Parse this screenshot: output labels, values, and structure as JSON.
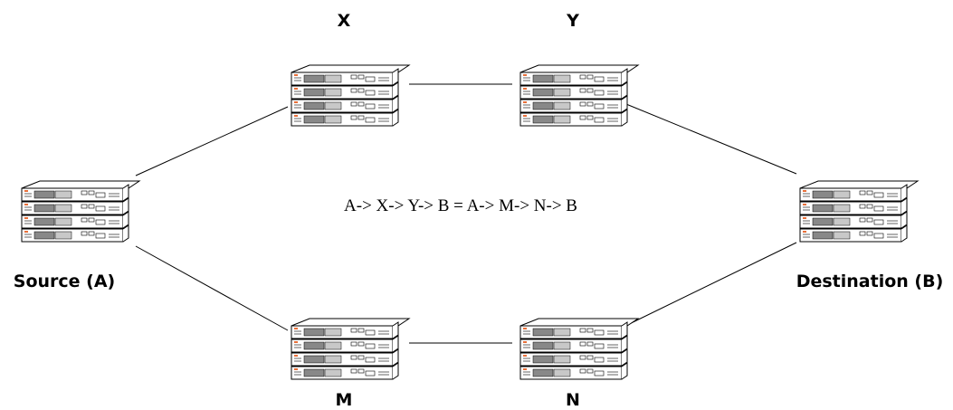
{
  "nodes": {
    "x": {
      "label": "X"
    },
    "y": {
      "label": "Y"
    },
    "a": {
      "label": "Source (A)"
    },
    "b": {
      "label": "Destination (B)"
    },
    "m": {
      "label": "M"
    },
    "n": {
      "label": "N"
    }
  },
  "equation": "A-> X-> Y-> B = A-> M-> N-> B",
  "colors": {
    "line": "#000000",
    "device_face": "#ffffff",
    "accent": "#e8703a"
  }
}
